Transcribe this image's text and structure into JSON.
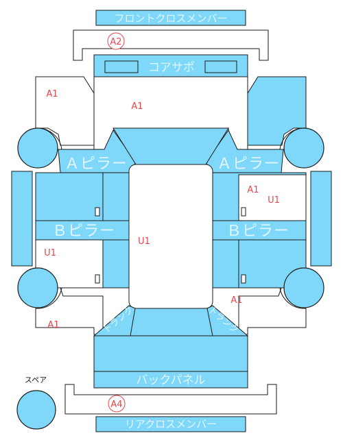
{
  "labels": {
    "front_cross_member": "フロントクロスメンバー",
    "core_support": "コアサポ",
    "a_pillar_left": "Ａピラー",
    "a_pillar_right": "Ａピラー",
    "b_pillar_left": "Ｂピラー",
    "b_pillar_right": "Ｂピラー",
    "back_panel": "バックパネル",
    "rear_cross_member": "リアクロスメンバー",
    "spare": "スペア",
    "trunk_left": "トランク",
    "trunk_right": "トランク"
  },
  "damage_marks": {
    "a2": "A2",
    "a4": "A4",
    "a1_front_left": "A1",
    "a1_front_center": "A1",
    "a1_right_mid": "A1",
    "u1_right_mid": "U1",
    "u1_center": "U1",
    "u1_left": "U1",
    "a1_rear_right": "A1",
    "a1_rear_left": "A1"
  },
  "colors": {
    "part_fill": "#7fd8f9",
    "label_text": "#e2f6fd",
    "damage_text": "#e8444a"
  }
}
